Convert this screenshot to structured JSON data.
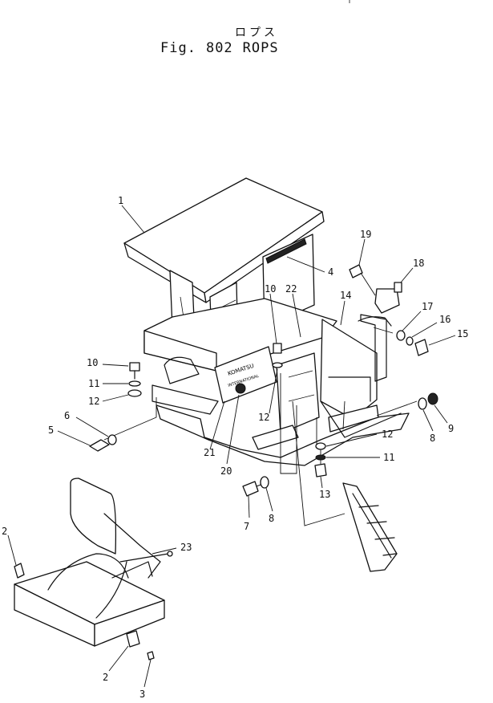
{
  "figure": {
    "japanese_title": "ロプス",
    "fig_label": "Fig.",
    "fig_number": "802",
    "name": "ROPS"
  },
  "nameplate": {
    "brand": "KOMATSU",
    "line2": "INTERNATIONAL"
  },
  "callouts": [
    {
      "id": "c1",
      "label": "1"
    },
    {
      "id": "c19",
      "label": "19"
    },
    {
      "id": "c18",
      "label": "18"
    },
    {
      "id": "c4",
      "label": "4"
    },
    {
      "id": "c10a",
      "label": "10"
    },
    {
      "id": "c22",
      "label": "22"
    },
    {
      "id": "c14",
      "label": "14"
    },
    {
      "id": "c17",
      "label": "17"
    },
    {
      "id": "c16",
      "label": "16"
    },
    {
      "id": "c15",
      "label": "15"
    },
    {
      "id": "c10b",
      "label": "10"
    },
    {
      "id": "c11a",
      "label": "11"
    },
    {
      "id": "c12a",
      "label": "12"
    },
    {
      "id": "c6",
      "label": "6"
    },
    {
      "id": "c5",
      "label": "5"
    },
    {
      "id": "c12b",
      "label": "12"
    },
    {
      "id": "c21",
      "label": "21"
    },
    {
      "id": "c20",
      "label": "20"
    },
    {
      "id": "c9",
      "label": "9"
    },
    {
      "id": "c8a",
      "label": "8"
    },
    {
      "id": "c12c",
      "label": "12"
    },
    {
      "id": "c11b",
      "label": "11"
    },
    {
      "id": "c13",
      "label": "13"
    },
    {
      "id": "c7",
      "label": "7"
    },
    {
      "id": "c8b",
      "label": "8"
    },
    {
      "id": "c2a",
      "label": "2"
    },
    {
      "id": "c23",
      "label": "23"
    },
    {
      "id": "c2b",
      "label": "2"
    },
    {
      "id": "c3",
      "label": "3"
    }
  ]
}
